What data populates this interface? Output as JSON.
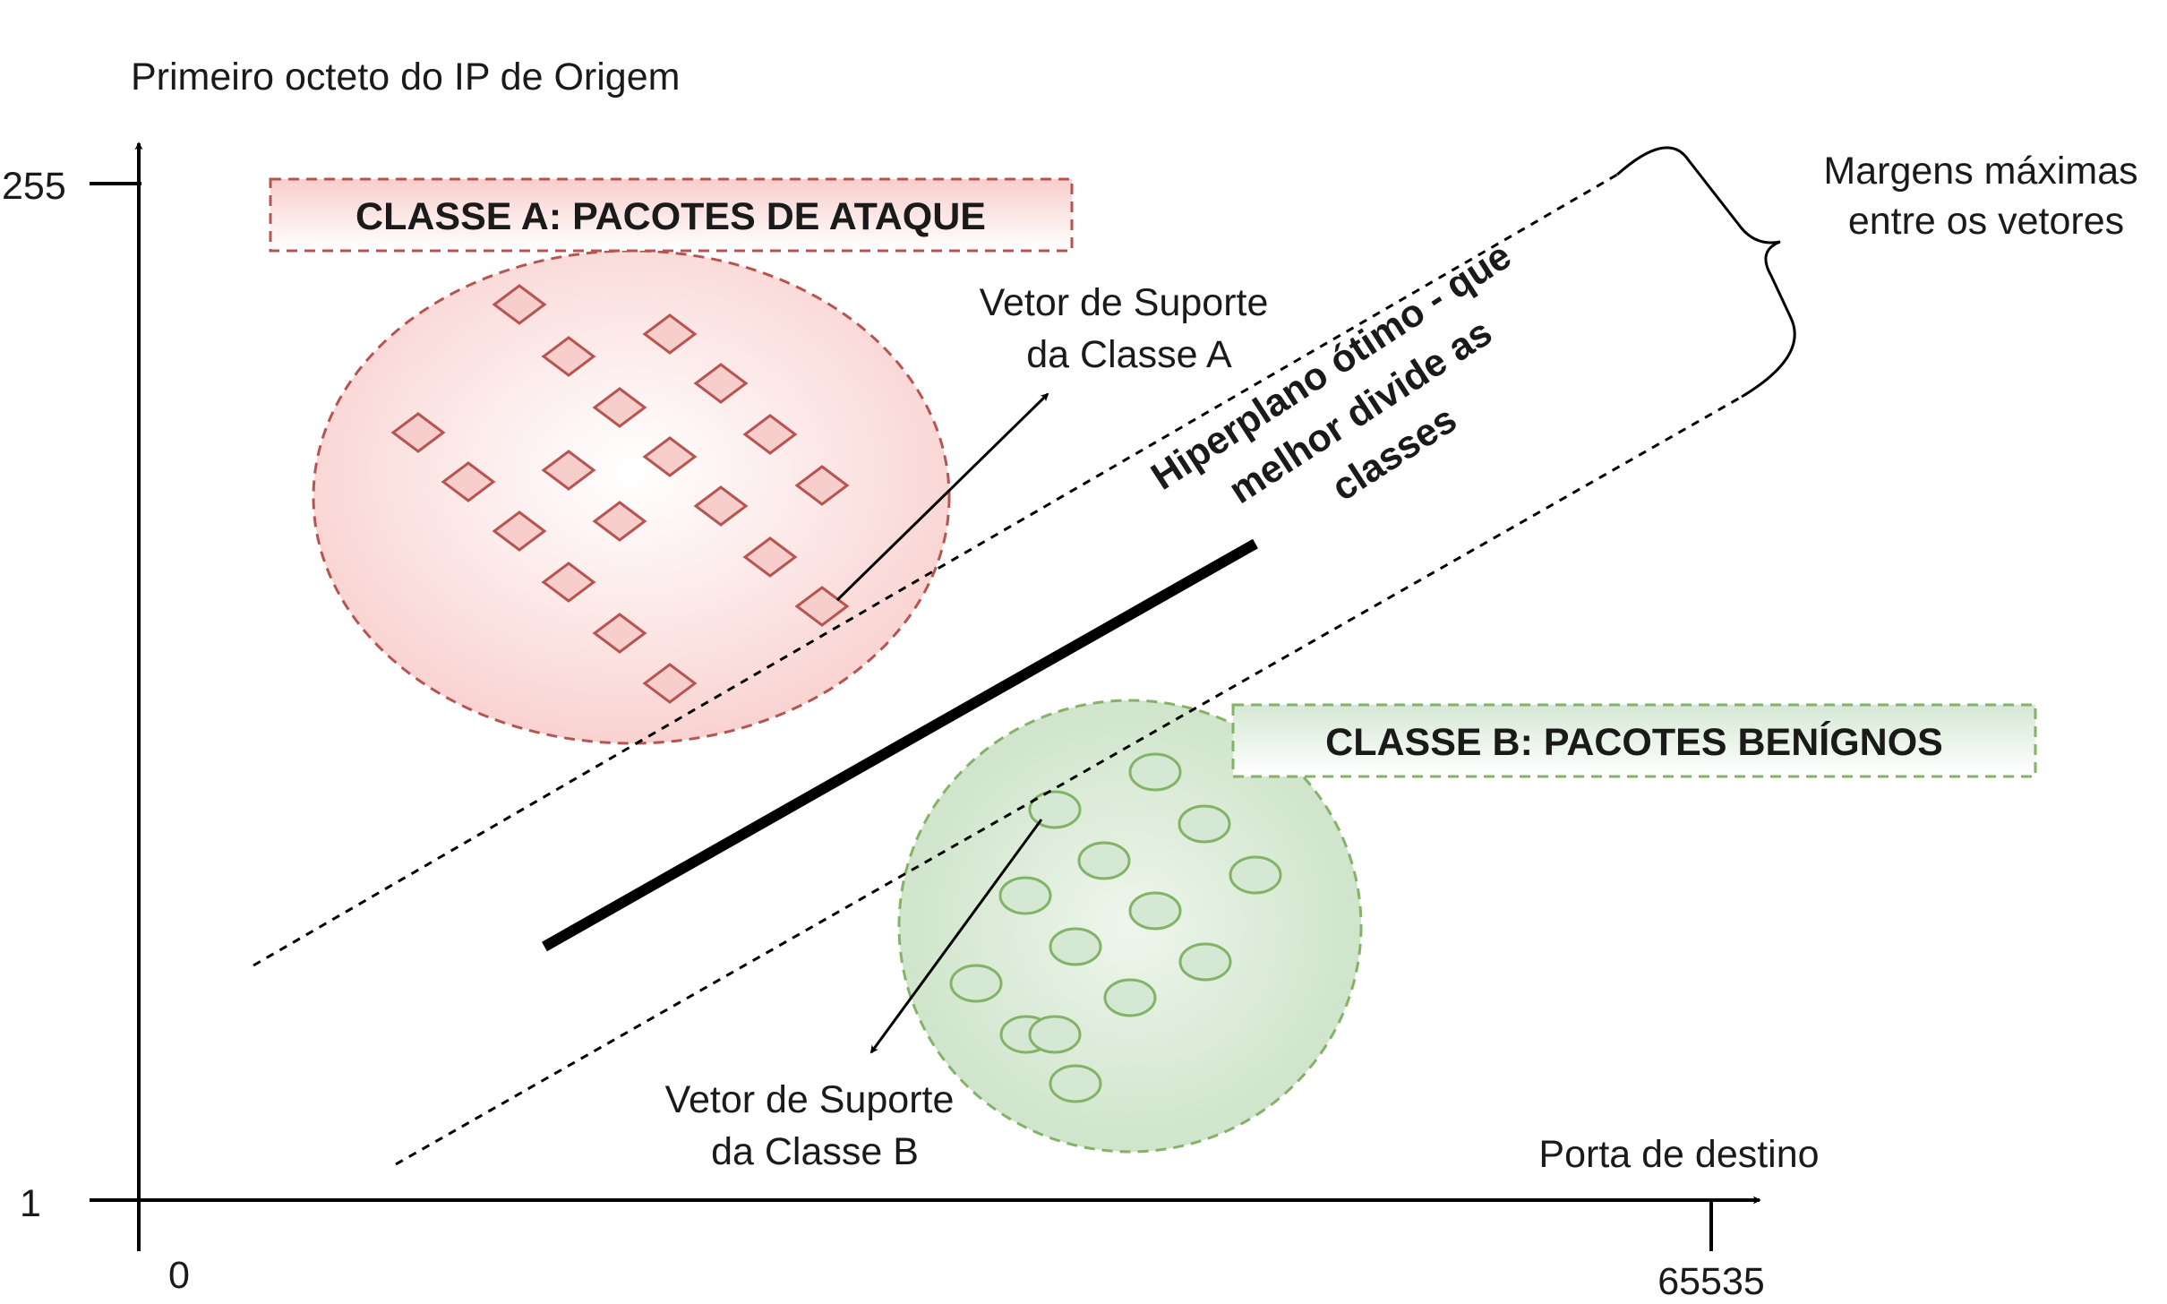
{
  "diagram": {
    "y_axis_title": "Primeiro octeto do IP de Origem",
    "x_axis_title": "Porta de destino",
    "y_tick_top": "255",
    "y_tick_bottom": "1",
    "x_tick_left": "0",
    "x_tick_right": "65535",
    "class_a_label": "CLASSE A: PACOTES DE ATAQUE",
    "class_b_label": "CLASSE B: PACOTES BENÍGNOS",
    "support_vector_a": [
      "Vetor de Suporte",
      "da Classe A"
    ],
    "support_vector_b": [
      "Vetor de Suporte",
      "da Classe B"
    ],
    "margins_label": [
      "Margens máximas",
      "entre os vetores"
    ],
    "hyperplane_label": [
      "Hiperplano ótimo - que",
      "melhor divide as",
      "classes"
    ],
    "colors": {
      "class_a_stroke": "#b85450",
      "class_a_fill": "#f8cecc",
      "class_b_stroke": "#82b366",
      "class_b_fill": "#d5e8d4",
      "axis": "#000000"
    },
    "class_a_points": 19,
    "class_b_points": 14
  }
}
